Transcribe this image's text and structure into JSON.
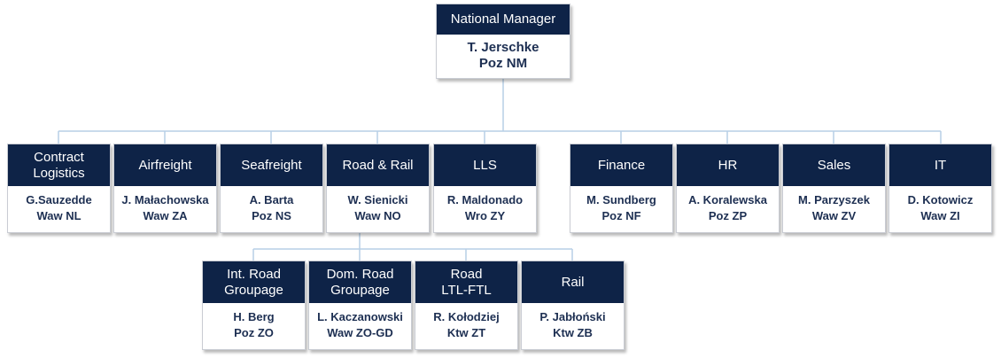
{
  "colors": {
    "header_fill": "#0e2347",
    "connector": "#b7cfe6",
    "body_text": "#1d2f52"
  },
  "chart": {
    "root": {
      "title": "National Manager",
      "name": "T. Jerschke",
      "code": "Poz NM"
    },
    "departments": [
      {
        "title": "Contract\nLogistics",
        "name": "G.Sauzedde",
        "code": "Waw  NL"
      },
      {
        "title": "Airfreight",
        "name": "J. Małachowska",
        "code": "Waw ZA"
      },
      {
        "title": "Seafreight",
        "name": "A. Barta",
        "code": "Poz NS"
      },
      {
        "title": "Road & Rail",
        "name": "W. Sienicki",
        "code": "Waw  NO"
      },
      {
        "title": "LLS",
        "name": "R. Maldonado",
        "code": "Wro ZY"
      },
      {
        "title": "Finance",
        "name": "M. Sundberg",
        "code": "Poz NF"
      },
      {
        "title": "HR",
        "name": "A. Koralewska",
        "code": "Poz ZP"
      },
      {
        "title": "Sales",
        "name": "M. Parzyszek",
        "code": "Waw ZV"
      },
      {
        "title": "IT",
        "name": "D. Kotowicz",
        "code": "Waw ZI"
      }
    ],
    "road_rail_units": [
      {
        "title": "Int. Road\nGroupage",
        "name": "H. Berg",
        "code": "Poz ZO"
      },
      {
        "title": "Dom. Road\nGroupage",
        "name": "L. Kaczanowski",
        "code": "Waw ZO-GD"
      },
      {
        "title": "Road\nLTL-FTL",
        "name": "R. Kołodziej",
        "code": "Ktw ZT"
      },
      {
        "title": "Rail",
        "name": "P. Jabłoński",
        "code": "Ktw ZB"
      }
    ]
  }
}
